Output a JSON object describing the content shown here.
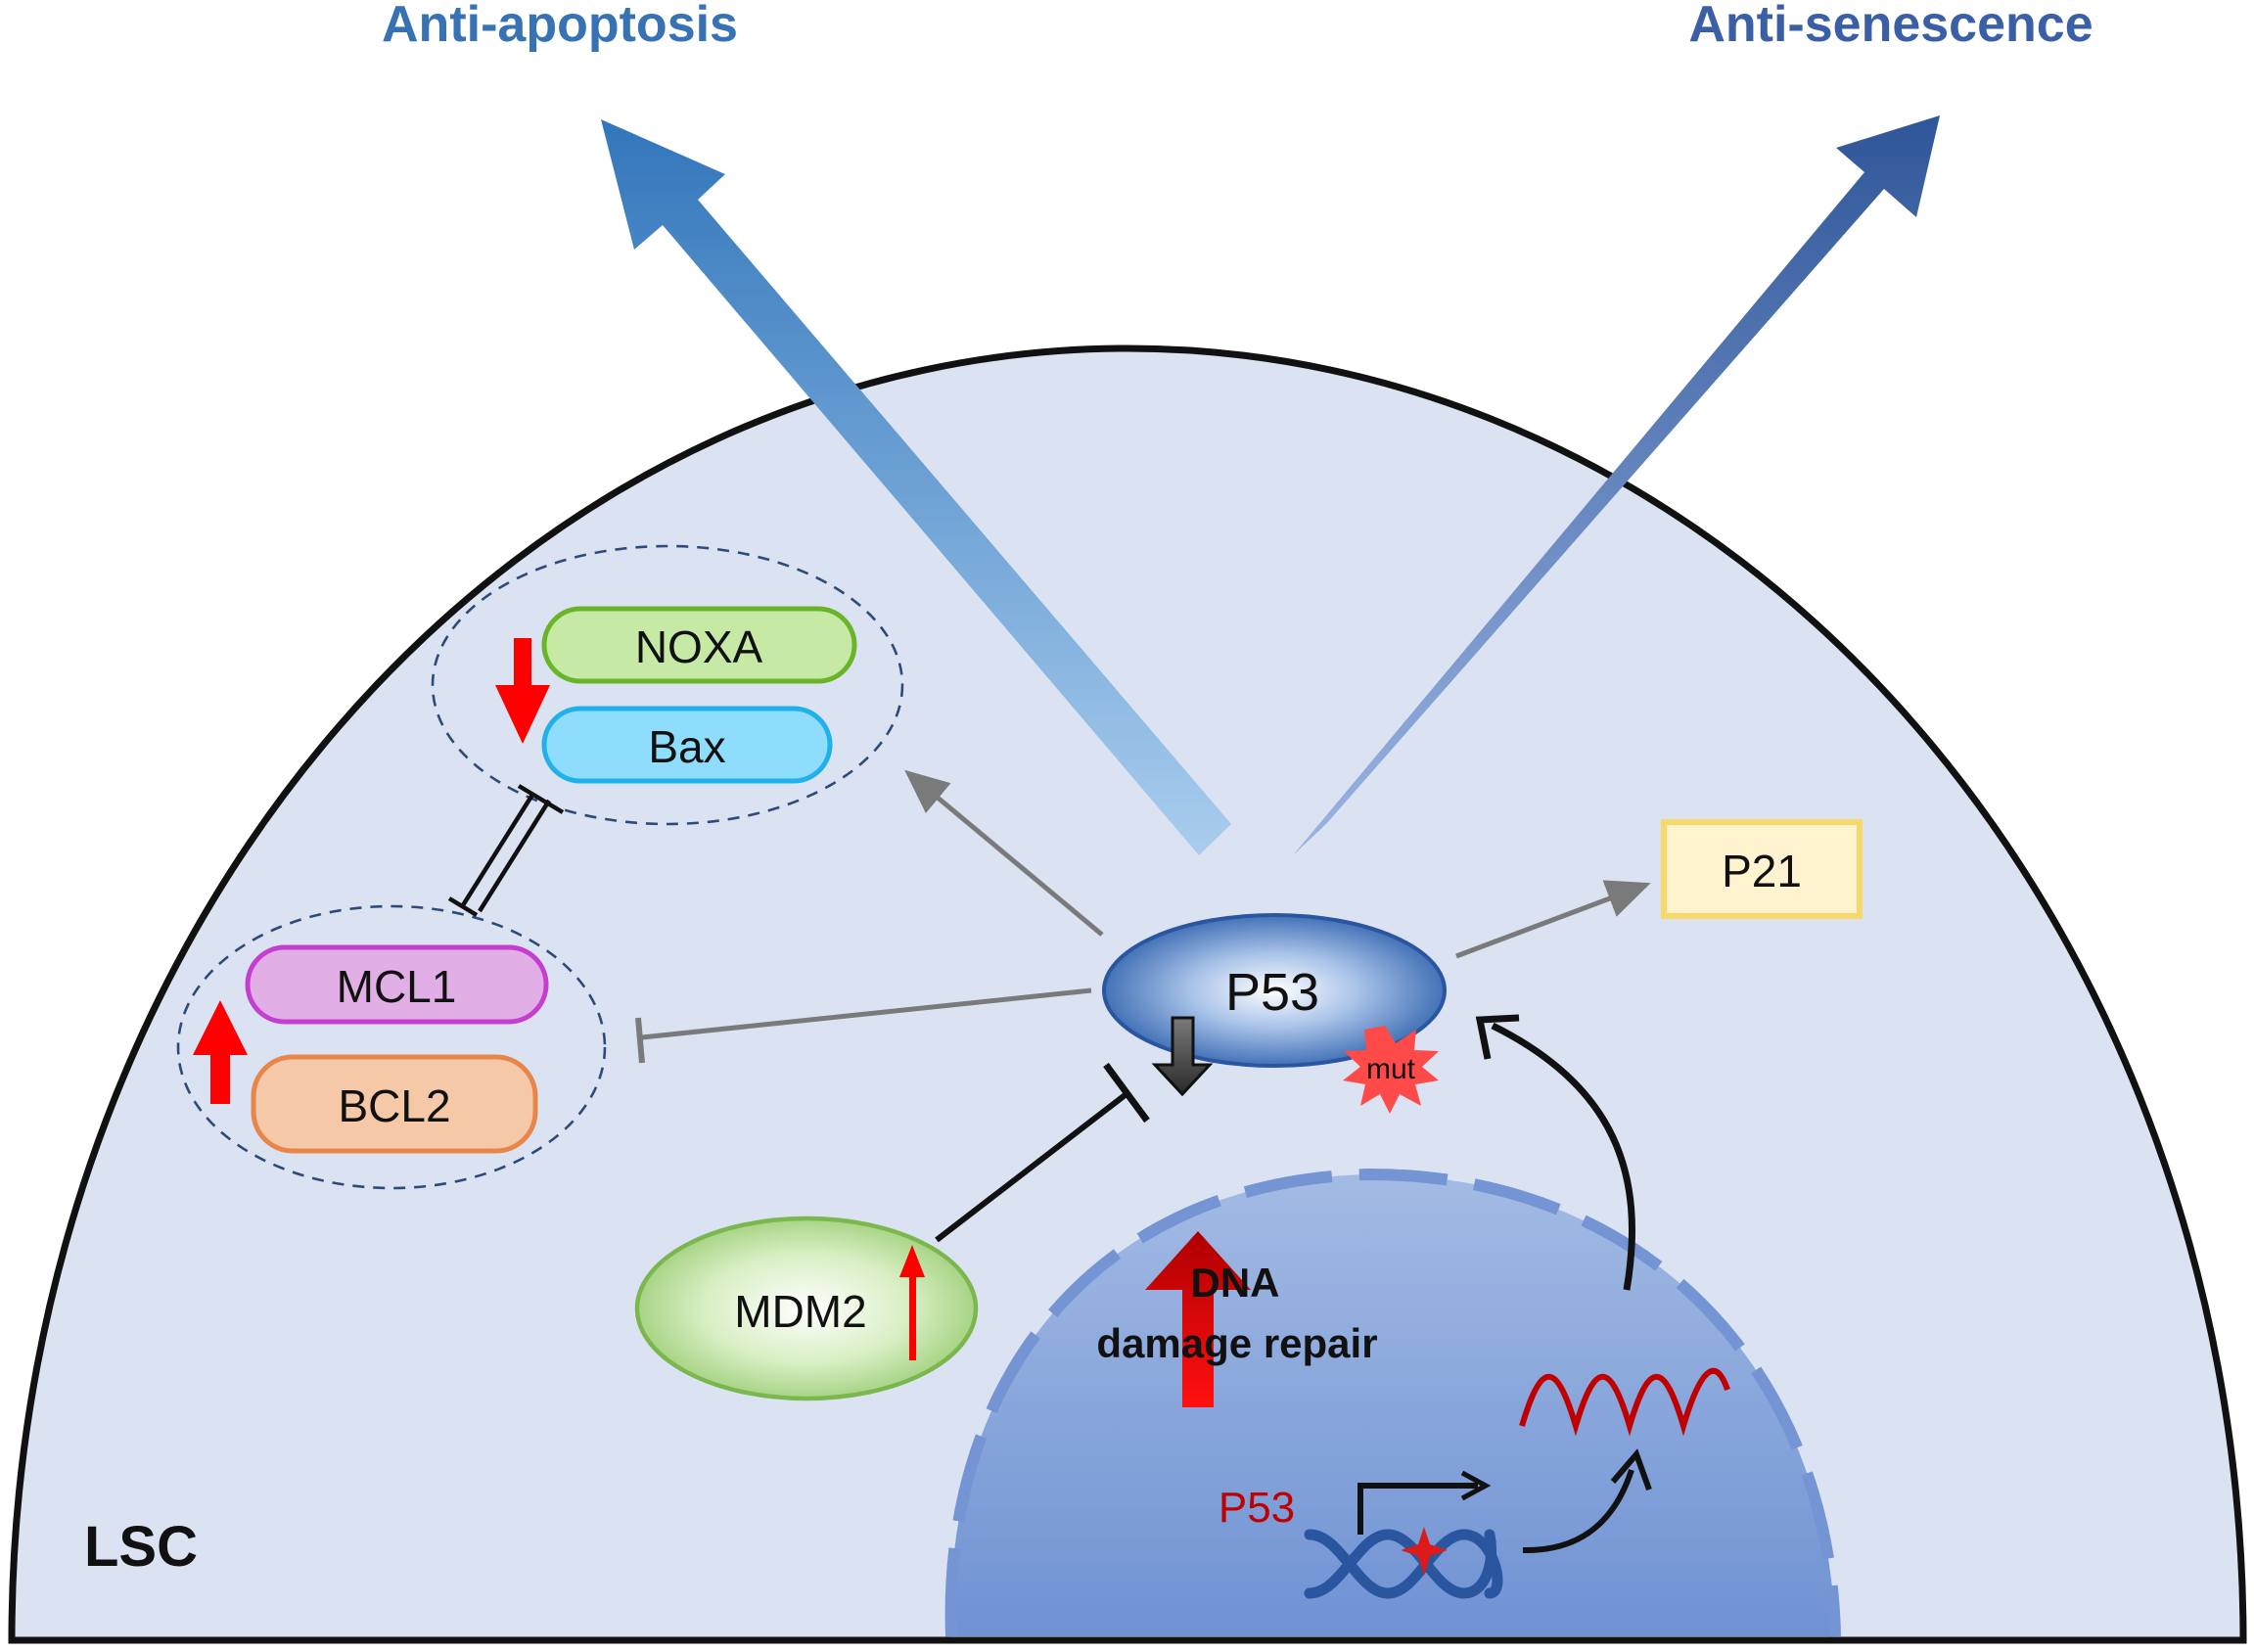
{
  "labels": {
    "anti_apoptosis": "Anti-apoptosis",
    "anti_senescence": "Anti-senescence",
    "cell": "LSC",
    "noxa": "NOXA",
    "bax": "Bax",
    "mcl1": "MCL1",
    "bcl2": "BCL2",
    "p53_protein": "P53",
    "p21": "P21",
    "mut": "mut",
    "mdm2": "MDM2",
    "dna_line1": "DNA",
    "dna_line2": "damage repair",
    "p53_gene": "P53"
  },
  "colors": {
    "cytoplasm": "#dbe3f3",
    "nucleus": "#8ea9dc",
    "pathway_arrow_apoptosis": "#3f7fc0",
    "pathway_arrow_senescence": "#3a5fa6",
    "title_blue": "#3672b4",
    "up_down_red": "#ff0000",
    "inhibition_gray": "#7a7a7a",
    "noxa_fill": "#c6eaa6",
    "noxa_border": "#6ab42a",
    "bax_fill": "#8fddfc",
    "bax_border": "#20b0ea",
    "mcl1_fill": "#e2aee6",
    "mcl1_border": "#c43ed0",
    "bcl2_fill": "#f5c9a8",
    "bcl2_border": "#e8864a",
    "p21_fill": "#fff3d0",
    "p21_border": "#f8d86a",
    "mdm2_fill": "#b4dc94",
    "p53_fill": "#3e6fb5",
    "mutation_burst": "#ff4a4a",
    "mrna_wave": "#c00000",
    "dna_helix": "#2a56a0"
  },
  "icons": {
    "dna": "dna-helix-icon",
    "mrna": "mrna-wave-icon",
    "mutation": "mutation-star-icon",
    "mutation_site": "mutation-site-icon"
  }
}
